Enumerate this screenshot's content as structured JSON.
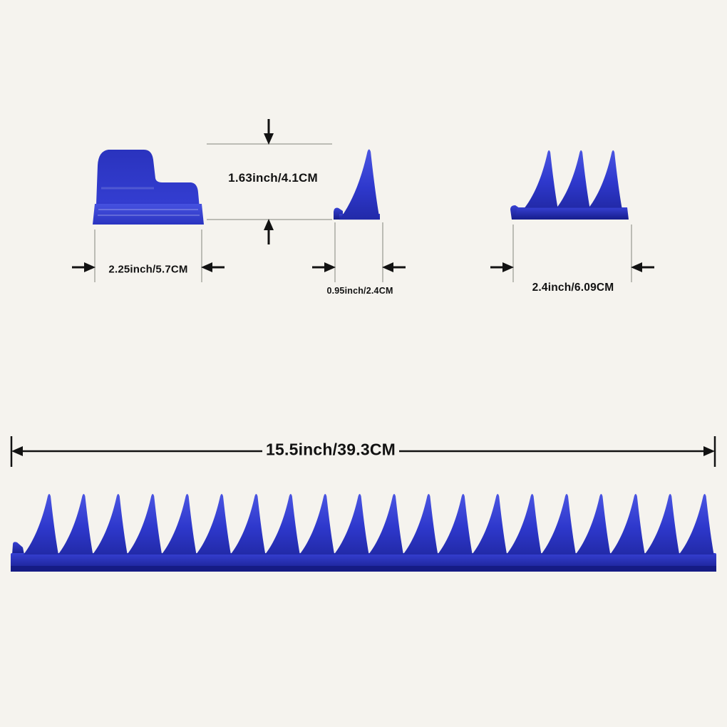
{
  "labels": {
    "height_dim": "1.63inch/4.1CM",
    "endcap_width_dim": "2.25inch/5.7CM",
    "single_tooth_width_dim": "0.95inch/2.4CM",
    "triple_tooth_width_dim": "2.4inch/6.09CM",
    "rail_length_dim": "15.5inch/39.3CM"
  },
  "shapes": {
    "rail_tooth_count": 20,
    "triple_tooth_count": 3
  },
  "colors": {
    "background": "#f5f3ee",
    "blue_light": "#4a55e2",
    "blue_main": "#2b34c8",
    "blue_dark": "#1a2196",
    "annotation": "#121212",
    "extension_line": "#a9a9a2"
  }
}
